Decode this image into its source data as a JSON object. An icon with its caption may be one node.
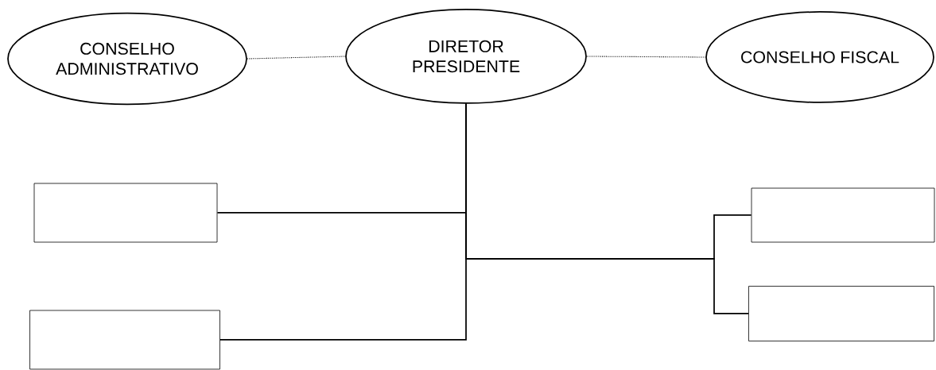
{
  "diagram": {
    "nodes": [
      {
        "text": [
          "CONSELHO ADMINISTRATIVO"
        ]
      },
      {
        "text": [
          "DIRETOR PRESIDENTE"
        ]
      },
      {
        "text": [
          "CONSELHO FISCAL"
        ]
      },
      {
        "text": [],
        "shape": "box"
      },
      {
        "text": [],
        "shape": "box"
      },
      {
        "text": [],
        "shape": "box"
      },
      {
        "text": [],
        "shape": "box"
      }
    ],
    "edges": [
      {
        "from": 0,
        "to": 1,
        "arrow": "none",
        "style": "dashed"
      },
      {
        "from": 1,
        "to": 2,
        "arrow": "none",
        "style": "dashed"
      },
      {
        "from": 1,
        "to": 3,
        "arrow": "none"
      },
      {
        "from": 1,
        "to": 4,
        "arrow": "none"
      },
      {
        "from": 1,
        "to": 5,
        "arrow": "none"
      },
      {
        "from": 1,
        "to": 6,
        "arrow": "none"
      }
    ]
  }
}
